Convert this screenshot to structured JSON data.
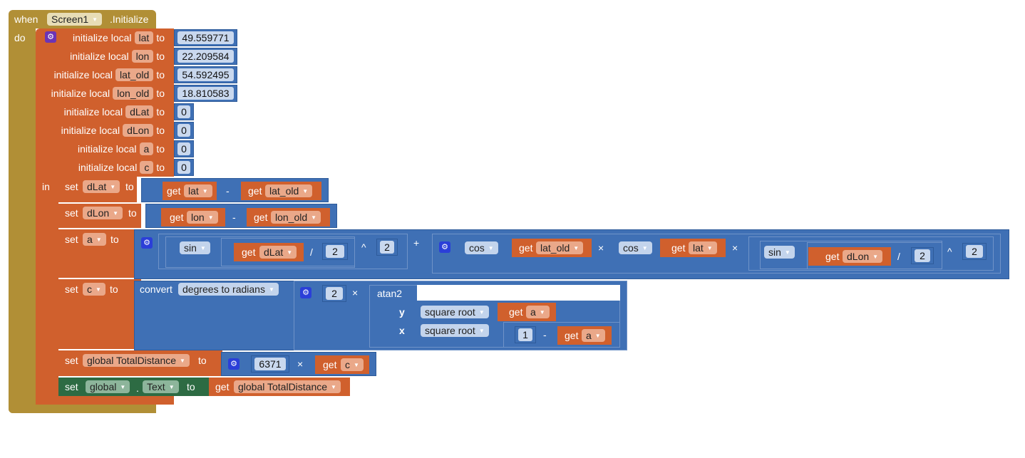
{
  "event": {
    "when": "when",
    "component": "Screen1",
    "event": ".Initialize",
    "do": "do"
  },
  "locals": {
    "label": "initialize local",
    "to": "to",
    "in": "in",
    "items": [
      {
        "name": "lat",
        "value": "49.559771"
      },
      {
        "name": "lon",
        "value": "22.209584"
      },
      {
        "name": "lat_old",
        "value": "54.592495"
      },
      {
        "name": "lon_old",
        "value": "18.810583"
      },
      {
        "name": "dLat",
        "value": "0"
      },
      {
        "name": "dLon",
        "value": "0"
      },
      {
        "name": "a",
        "value": "0"
      },
      {
        "name": "c",
        "value": "0"
      }
    ]
  },
  "kw": {
    "set": "set",
    "to": "to",
    "get": "get",
    "minus": "-",
    "div": "/",
    "pow": "^",
    "plus": "+",
    "times": "×",
    "dot": "."
  },
  "set_dlat": {
    "var": "dLat",
    "a": "lat",
    "b": "lat_old"
  },
  "set_dlon": {
    "var": "dLon",
    "a": "lon",
    "b": "lon_old"
  },
  "set_a": {
    "var": "a",
    "sin": "sin",
    "cos": "cos",
    "dlat": "dLat",
    "two": "2",
    "lat_old": "lat_old",
    "lat": "lat",
    "dlon": "dLon"
  },
  "set_c": {
    "var": "c",
    "convert": "convert",
    "mode": "degrees to radians",
    "two": "2",
    "atan2": "atan2",
    "y": "y",
    "x": "x",
    "sqrt": "square root",
    "a": "a",
    "one": "1"
  },
  "set_total": {
    "var": "global TotalDistance",
    "radius": "6371",
    "c": "c"
  },
  "set_text": {
    "component": "global",
    "prop": "Text",
    "get": "global TotalDistance"
  },
  "colors": {
    "event": "#b18f36",
    "variable": "#d0602d",
    "math": "#3f70b5",
    "component": "#2d6b43"
  }
}
